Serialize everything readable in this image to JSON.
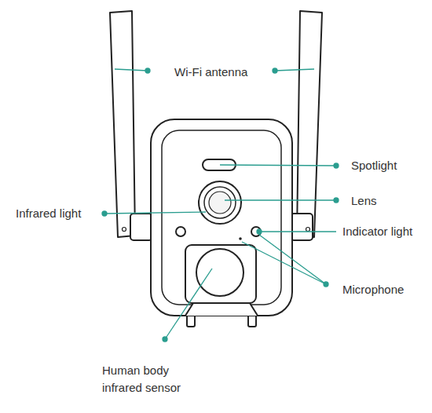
{
  "diagram": {
    "labels": [
      "Wi-Fi antenna",
      "Spotlight",
      "Lens",
      "Infrared light",
      "Indicator light",
      "Microphone",
      "Human body infrared sensor"
    ]
  }
}
